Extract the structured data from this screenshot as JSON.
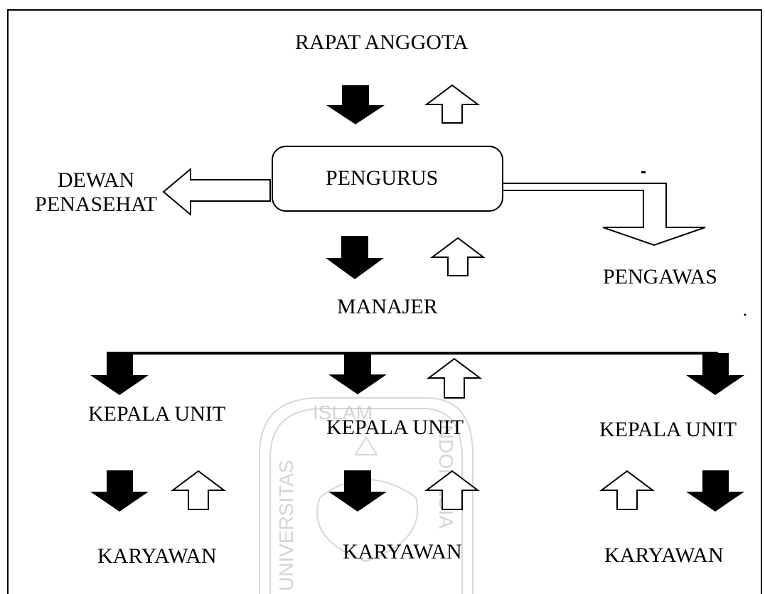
{
  "diagram": {
    "nodes": {
      "rapat_anggota": "RAPAT ANGGOTA",
      "pengurus": "PENGURUS",
      "dewan_penasehat_line1": "DEWAN",
      "dewan_penasehat_line2": "PENASEHAT",
      "pengawas": "PENGAWAS",
      "manajer": "MANAJER",
      "kepala_unit_1": "KEPALA UNIT",
      "kepala_unit_2": "KEPALA UNIT",
      "kepala_unit_3": "KEPALA UNIT",
      "karyawan_1": "KARYAWAN",
      "karyawan_2": "KARYAWAN",
      "karyawan_3": "KARYAWAN"
    },
    "watermark": {
      "top_text": "ISLAM",
      "left_text": "UNIVERSITAS",
      "right_text": "INDONESIA"
    }
  }
}
